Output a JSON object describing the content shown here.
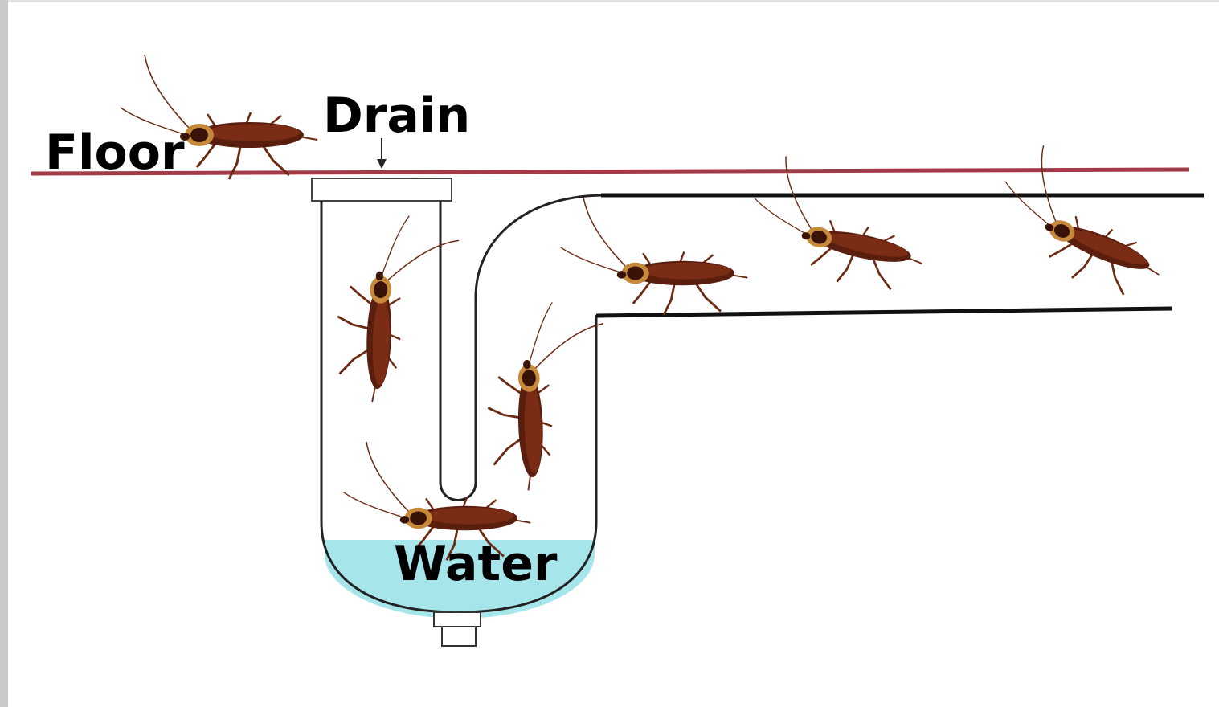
{
  "labels": {
    "floor": "Floor",
    "drain": "Drain",
    "water": "Water"
  },
  "colors": {
    "floor_line": "#a33a48",
    "water": "#a6e5ea",
    "pipe_outline": "#222222",
    "cockroach_body": "#5a1e0f",
    "cockroach_shell": "#7a2c14",
    "cockroach_leg": "#6b2a12",
    "cockroach_head_band": "#c78a3a"
  },
  "icons": {
    "cockroach": "cockroach-icon",
    "arrow": "arrow-down-icon"
  }
}
